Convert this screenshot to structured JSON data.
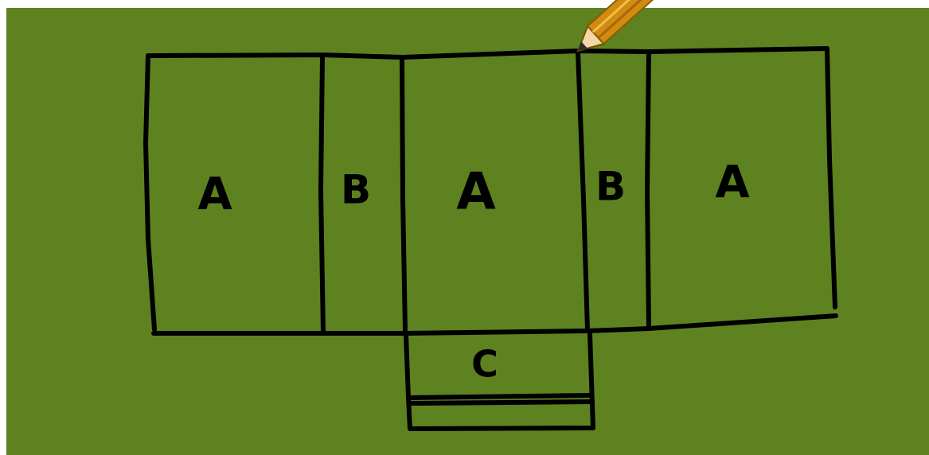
{
  "net": {
    "panels": [
      {
        "id": "panel-1",
        "label": "A"
      },
      {
        "id": "panel-2",
        "label": "B"
      },
      {
        "id": "panel-3",
        "label": "A"
      },
      {
        "id": "panel-4",
        "label": "B"
      },
      {
        "id": "panel-5",
        "label": "A"
      },
      {
        "id": "panel-6",
        "label": "C"
      },
      {
        "id": "panel-7",
        "label": ""
      }
    ]
  },
  "colors": {
    "board": "#5e8220",
    "ink": "#000000",
    "pencil_body": "#d18b10",
    "pencil_tip": "#f3d7a6"
  },
  "icons": {
    "pencil": "pencil-icon"
  }
}
